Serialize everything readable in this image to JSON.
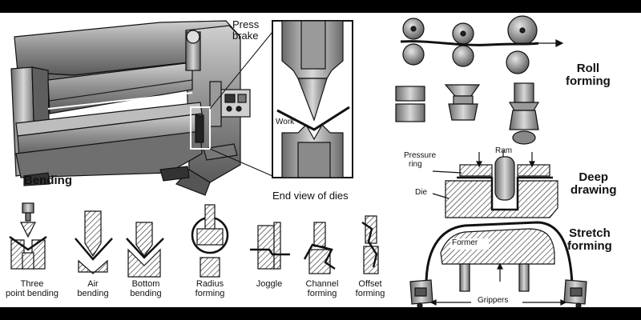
{
  "labels": {
    "press_brake": [
      "Press",
      "brake"
    ],
    "bending": "Bending",
    "end_view": "End view of dies",
    "work": "Work",
    "roll_forming": [
      "Roll",
      "forming"
    ],
    "deep_drawing": [
      "Deep",
      "drawing"
    ],
    "stretch_forming": [
      "Stretch",
      "forming"
    ],
    "pressure_ring": [
      "Pressure",
      "ring"
    ],
    "ram": "Ram",
    "die": "Die",
    "former": "Former",
    "grippers": "Grippers"
  },
  "bend_types": [
    {
      "line1": "Three",
      "line2": "point bending"
    },
    {
      "line1": "Air",
      "line2": "bending"
    },
    {
      "line1": "Bottom",
      "line2": "bending"
    },
    {
      "line1": "Radius",
      "line2": "forming"
    },
    {
      "line1": "Joggle",
      "line2": ""
    },
    {
      "line1": "Channel",
      "line2": "forming"
    },
    {
      "line1": "Offset",
      "line2": "forming"
    }
  ],
  "colors": {
    "background": "#000000",
    "panel": "#ffffff",
    "ink": "#111111",
    "metal": "#8a8a8a"
  }
}
